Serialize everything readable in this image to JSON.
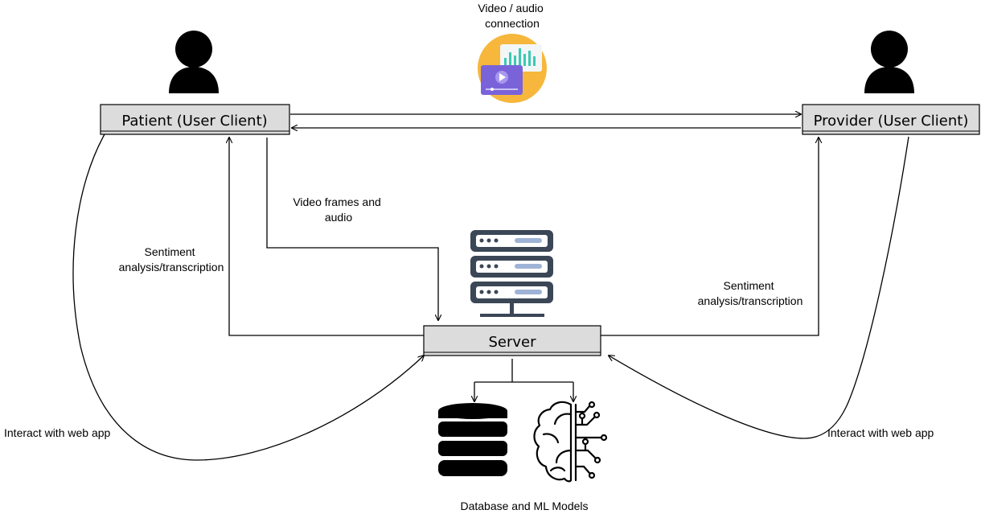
{
  "nodes": {
    "patient": "Patient (User Client)",
    "provider": "Provider (User Client)",
    "server": "Server"
  },
  "labels": {
    "video_audio": [
      "Video / audio",
      "connection"
    ],
    "video_frames": [
      "Video frames and",
      "audio"
    ],
    "sentiment_left": [
      "Sentiment",
      "analysis/transcription"
    ],
    "sentiment_right": [
      "Sentiment",
      "analysis/transcription"
    ],
    "interact_left": "Interact with web app",
    "interact_right": "Interact with web app",
    "database_models": "Database and ML Models"
  },
  "icons": {
    "patient": "user-icon",
    "provider": "user-icon",
    "media": "video-audio-icon",
    "server": "server-rack-icon",
    "database": "database-icon",
    "ml": "brain-circuit-icon"
  },
  "colors": {
    "box_fill": "#dcdcdc",
    "stroke": "#000000",
    "media_circle": "#f6b73c",
    "media_card": "#7a63d9",
    "media_bars": "#3cc8b4",
    "server_icon": "#3b4656",
    "server_accent": "#9eb3d6"
  }
}
